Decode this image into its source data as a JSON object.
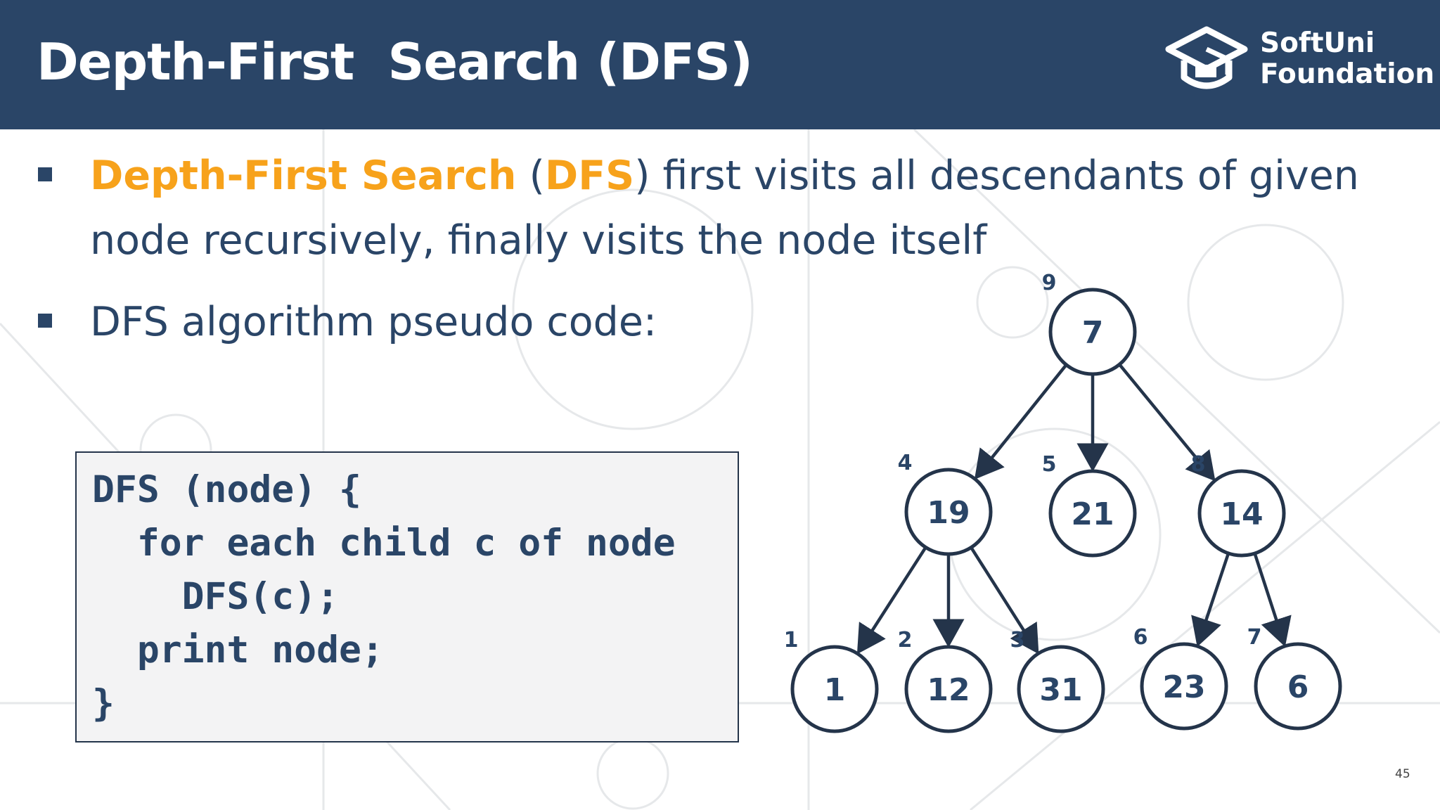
{
  "slide": {
    "title": "Depth-First  Search (DFS)",
    "logo": {
      "line1": "SoftUni",
      "line2": "Foundation",
      "icon": "graduation-cap-icon"
    },
    "bullets": [
      {
        "highlight1": "Depth-First Search",
        "paren_open": " (",
        "highlight2": "DFS",
        "rest_line1": ") first visits all descendants of given",
        "line2": "node recursively, finally visits the node itself"
      },
      {
        "text": "DFS algorithm pseudo code:"
      }
    ],
    "code": [
      "DFS (node) {",
      "  for each child c of node",
      "    DFS(c);",
      "  print node;",
      "}"
    ],
    "page_number": "45"
  },
  "colors": {
    "header_bg": "#2a4567",
    "text": "#2a4567",
    "highlight": "#f7a21b",
    "node_stroke": "#24344a"
  },
  "tree": {
    "nodes": [
      {
        "id": "n7",
        "label": "7",
        "order": "9"
      },
      {
        "id": "n19",
        "label": "19",
        "order": "4"
      },
      {
        "id": "n21",
        "label": "21",
        "order": "5"
      },
      {
        "id": "n14",
        "label": "14",
        "order": "8"
      },
      {
        "id": "n1",
        "label": "1",
        "order": "1"
      },
      {
        "id": "n12",
        "label": "12",
        "order": "2"
      },
      {
        "id": "n31",
        "label": "31",
        "order": "3"
      },
      {
        "id": "n23",
        "label": "23",
        "order": "6"
      },
      {
        "id": "n6",
        "label": "6",
        "order": "7"
      }
    ],
    "edges": [
      [
        "n7",
        "n19"
      ],
      [
        "n7",
        "n21"
      ],
      [
        "n7",
        "n14"
      ],
      [
        "n19",
        "n1"
      ],
      [
        "n19",
        "n12"
      ],
      [
        "n19",
        "n31"
      ],
      [
        "n14",
        "n23"
      ],
      [
        "n14",
        "n6"
      ]
    ]
  }
}
